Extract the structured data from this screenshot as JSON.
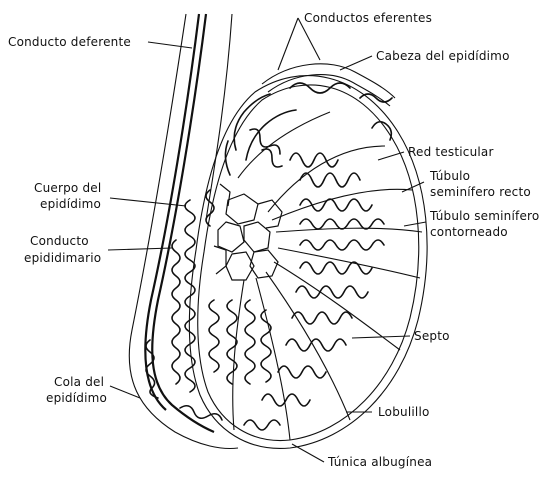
{
  "labels": {
    "conducto_deferente": "Conducto deferente",
    "conductos_eferentes": "Conductos eferentes",
    "cabeza_epididimo": "Cabeza del epidídimo",
    "red_testicular": "Red testicular",
    "tubulo_recto_1": "Túbulo",
    "tubulo_recto_2": "seminífero recto",
    "tubulo_contorneado_1": "Túbulo seminífero",
    "tubulo_contorneado_2": "contorneado",
    "cuerpo_epididimo_1": "Cuerpo del",
    "cuerpo_epididimo_2": "epidídimo",
    "conducto_epididimario_1": "Conducto",
    "conducto_epididimario_2": "epididimario",
    "septo": "Septo",
    "cola_epididimo_1": "Cola del",
    "cola_epididimo_2": "epidídimo",
    "lobulillo": "Lobulillo",
    "tunica_albuginea": "Túnica albugínea"
  },
  "colors": {
    "ink": "#111111",
    "background": "#ffffff"
  }
}
